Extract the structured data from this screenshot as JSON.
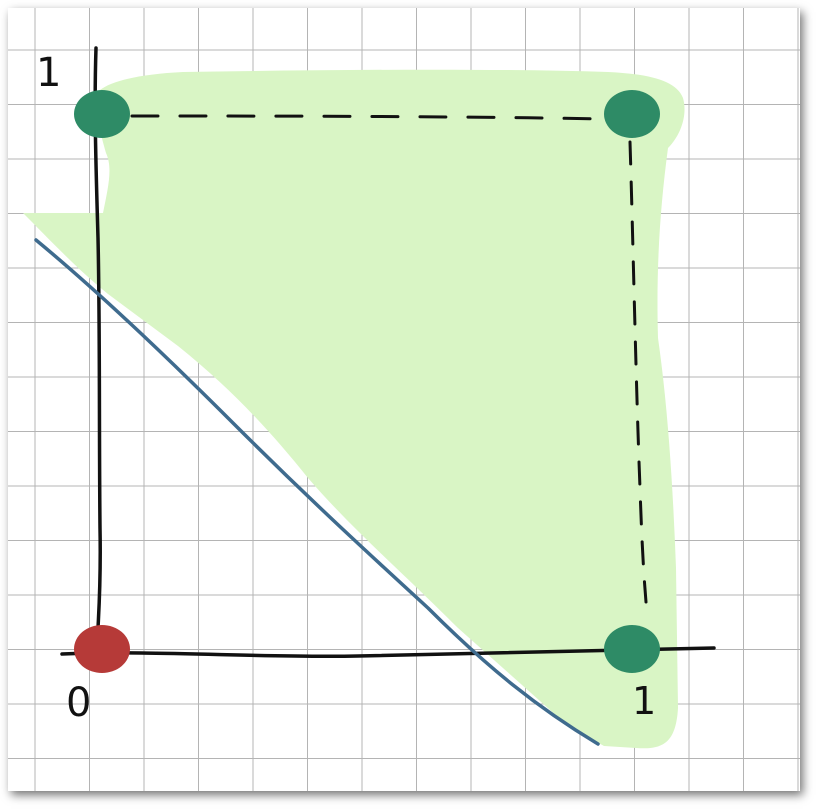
{
  "axes": {
    "y_tick_label": "1",
    "x_tick_label": "1",
    "origin_label": "0"
  },
  "points": [
    {
      "name": "origin",
      "x": 0,
      "y": 0,
      "class": "red"
    },
    {
      "name": "x-unit",
      "x": 1,
      "y": 0,
      "class": "green"
    },
    {
      "name": "y-unit",
      "x": 0,
      "y": 1,
      "class": "green"
    },
    {
      "name": "corner",
      "x": 1,
      "y": 1,
      "class": "green"
    }
  ],
  "colors": {
    "grid": "#b4b4b4",
    "axis": "#111111",
    "region_fill": "#d9f5c5",
    "decision_line": "#3f6b8e",
    "class_green": "#2e8b66",
    "class_red": "#b63a38",
    "dashes": "#111111"
  },
  "icons": {
    "red_point": "filled-circle",
    "green_point": "filled-circle"
  }
}
